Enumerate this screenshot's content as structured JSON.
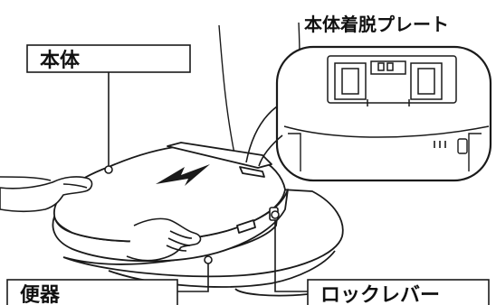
{
  "labels": {
    "body": "本体",
    "toilet_bowl": "便器",
    "lock_lever": "ロックレバー",
    "detach_plate": "本体着脱プレート"
  },
  "colors": {
    "stroke": "#1a1a1a",
    "label_box_fill": "#ffffff",
    "background": "#ffffff"
  },
  "icons": {
    "direction_arrow": "arrow-left-down-icon"
  }
}
